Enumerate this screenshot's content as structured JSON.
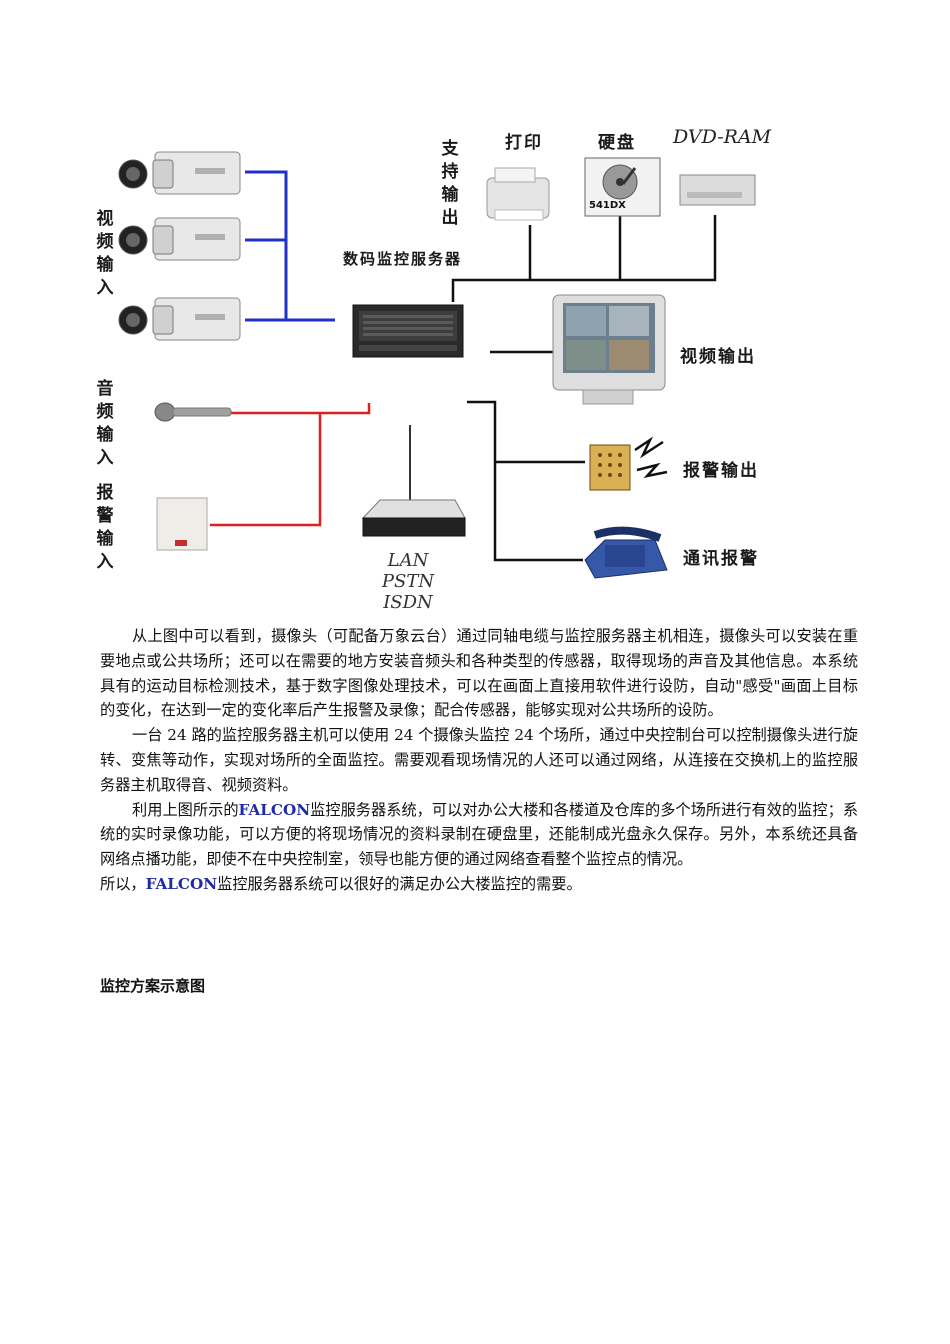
{
  "diagram": {
    "labels": {
      "video_input": "视频输入",
      "audio_input": "音频输入",
      "alarm_input": "报警输入",
      "support_output": "支持输出",
      "print": "打印",
      "hard_disk": "硬盘",
      "dvd_ram": "DVD-RAM",
      "hdd_model": "541DX",
      "server": "数码监控服务器",
      "video_output": "视频输出",
      "alarm_output": "报警输出",
      "comm_alarm": "通讯报警",
      "net_lan": "LAN",
      "net_pstn": "PSTN",
      "net_isdn": "ISDN"
    },
    "colors": {
      "video_line": "#2030c8",
      "audio_line": "#e02020",
      "output_line": "#111111"
    }
  },
  "body": {
    "p1": "从上图中可以看到，摄像头（可配备万象云台）通过同轴电缆与监控服务器主机相连，摄像头可以安装在重要地点或公共场所；还可以在需要的地方安装音频头和各种类型的传感器，取得现场的声音及其他信息。本系统具有的运动目标检测技术，基于数字图像处理技术，可以在画面上直接用软件进行设防，自动\"感受\"画面上目标的变化，在达到一定的变化率后产生报警及录像；配合传感器，能够实现对公共场所的设防。",
    "p2": "一台 24 路的监控服务器主机可以使用 24 个摄像头监控 24 个场所，通过中央控制台可以控制摄像头进行旋转、变焦等动作，实现对场所的全面监控。需要观看现场情况的人还可以通过网络，从连接在交换机上的监控服务器主机取得音、视频资料。",
    "p3_pre": "利用上图所示的",
    "brand": "FALCON",
    "p3_post": "监控服务器系统，可以对办公大楼和各楼道及仓库的多个场所进行有效的监控；系统的实时录像功能，可以方便的将现场情况的资料录制在硬盘里，还能制成光盘永久保存。另外，本系统还具备网络点播功能，即使不在中央控制室，领导也能方便的通过网络查看整个监控点的情况。",
    "p4_pre": "所以，",
    "p4_post": "监控服务器系统可以很好的满足办公大楼监控的需要。"
  },
  "heading": "监控方案示意图"
}
